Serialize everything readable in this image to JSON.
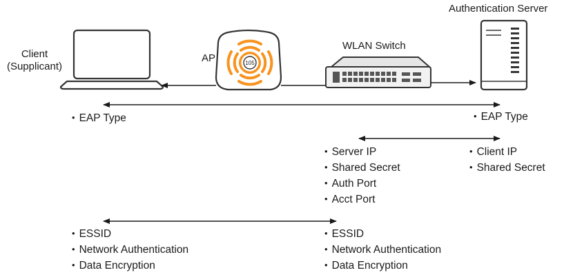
{
  "nodes": {
    "client": {
      "label_line1": "Client",
      "label_line2": "(Supplicant)"
    },
    "ap": {
      "label": "AP",
      "badge": "105"
    },
    "switch": {
      "label": "WLAN Switch"
    },
    "server": {
      "label": "Authentication Server"
    }
  },
  "client_eap": [
    "EAP Type"
  ],
  "server_eap": [
    "EAP Type"
  ],
  "switch_radius": [
    "Server IP",
    "Shared Secret",
    "Auth Port",
    "Acct Port"
  ],
  "server_radius": [
    "Client IP",
    "Shared Secret"
  ],
  "client_wlan": [
    "ESSID",
    "Network Authentication",
    "Data Encryption"
  ],
  "switch_wlan": [
    "ESSID",
    "Network Authentication",
    "Data Encryption"
  ],
  "colors": {
    "ap_accent": "#f7931e",
    "line": "#1a1a1a",
    "device_fill": "#f2f2f2"
  }
}
